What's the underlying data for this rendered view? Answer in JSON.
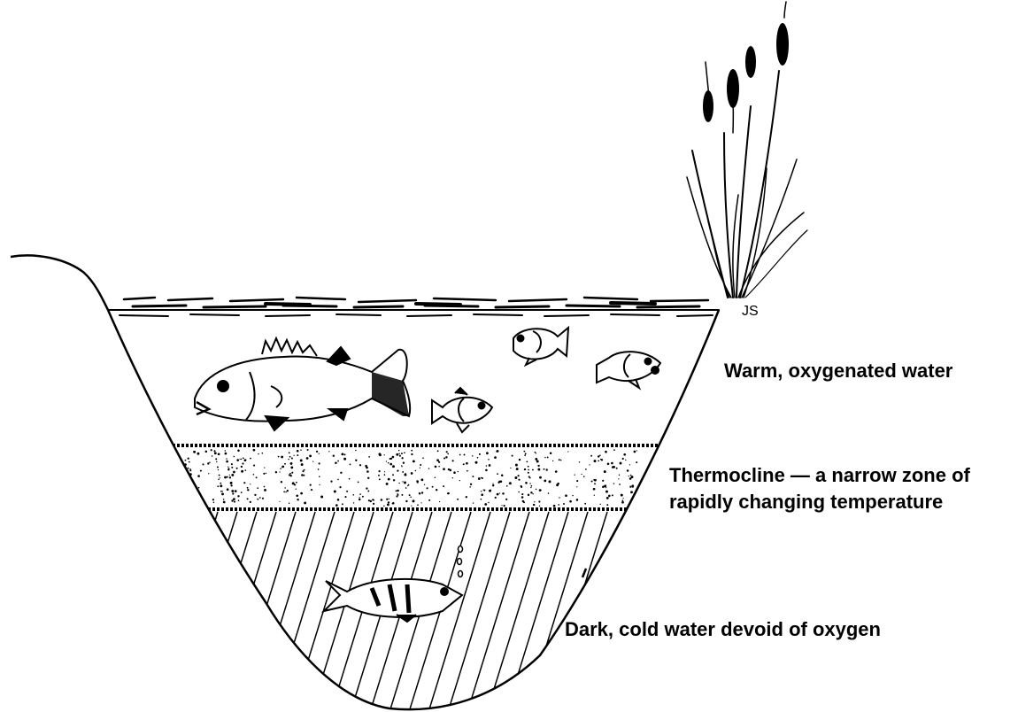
{
  "diagram": {
    "zones": [
      {
        "id": "warm",
        "label": "Warm, oxygenated water"
      },
      {
        "id": "thermocline",
        "label_lines": [
          "Thermocline — a narrow zone of",
          "rapidly changing temperature"
        ]
      },
      {
        "id": "cold",
        "label": "Dark, cold water devoid of oxygen"
      }
    ],
    "signature": "JS",
    "colors": {
      "ink": "#000000",
      "paper": "#ffffff"
    }
  }
}
